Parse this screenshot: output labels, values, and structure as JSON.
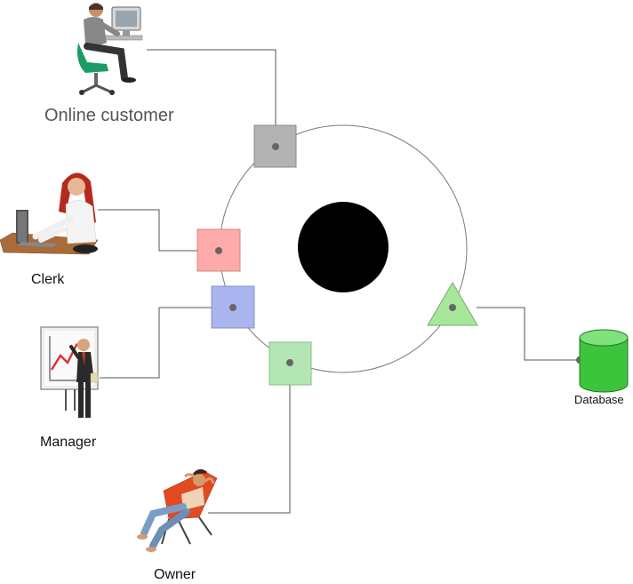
{
  "labels": {
    "online_customer": "Online customer",
    "clerk": "Clerk",
    "manager": "Manager",
    "owner": "Owner",
    "database": "Database"
  },
  "colors": {
    "connector": "#555555",
    "ring": "#7a7a7a",
    "core": "#000000",
    "port_online_customer": "#b3b3b3",
    "port_clerk": "#ffaaaa",
    "port_manager": "#aab4ee",
    "port_owner": "#b4e6b4",
    "port_database": "#a8e69a",
    "database": "#3cc43c"
  },
  "icons": {
    "online_customer": "person-at-computer-icon",
    "clerk": "clerk-at-laptop-icon",
    "manager": "presenter-at-whiteboard-icon",
    "owner": "person-in-lounge-chair-icon",
    "database": "database-cylinder-icon"
  }
}
